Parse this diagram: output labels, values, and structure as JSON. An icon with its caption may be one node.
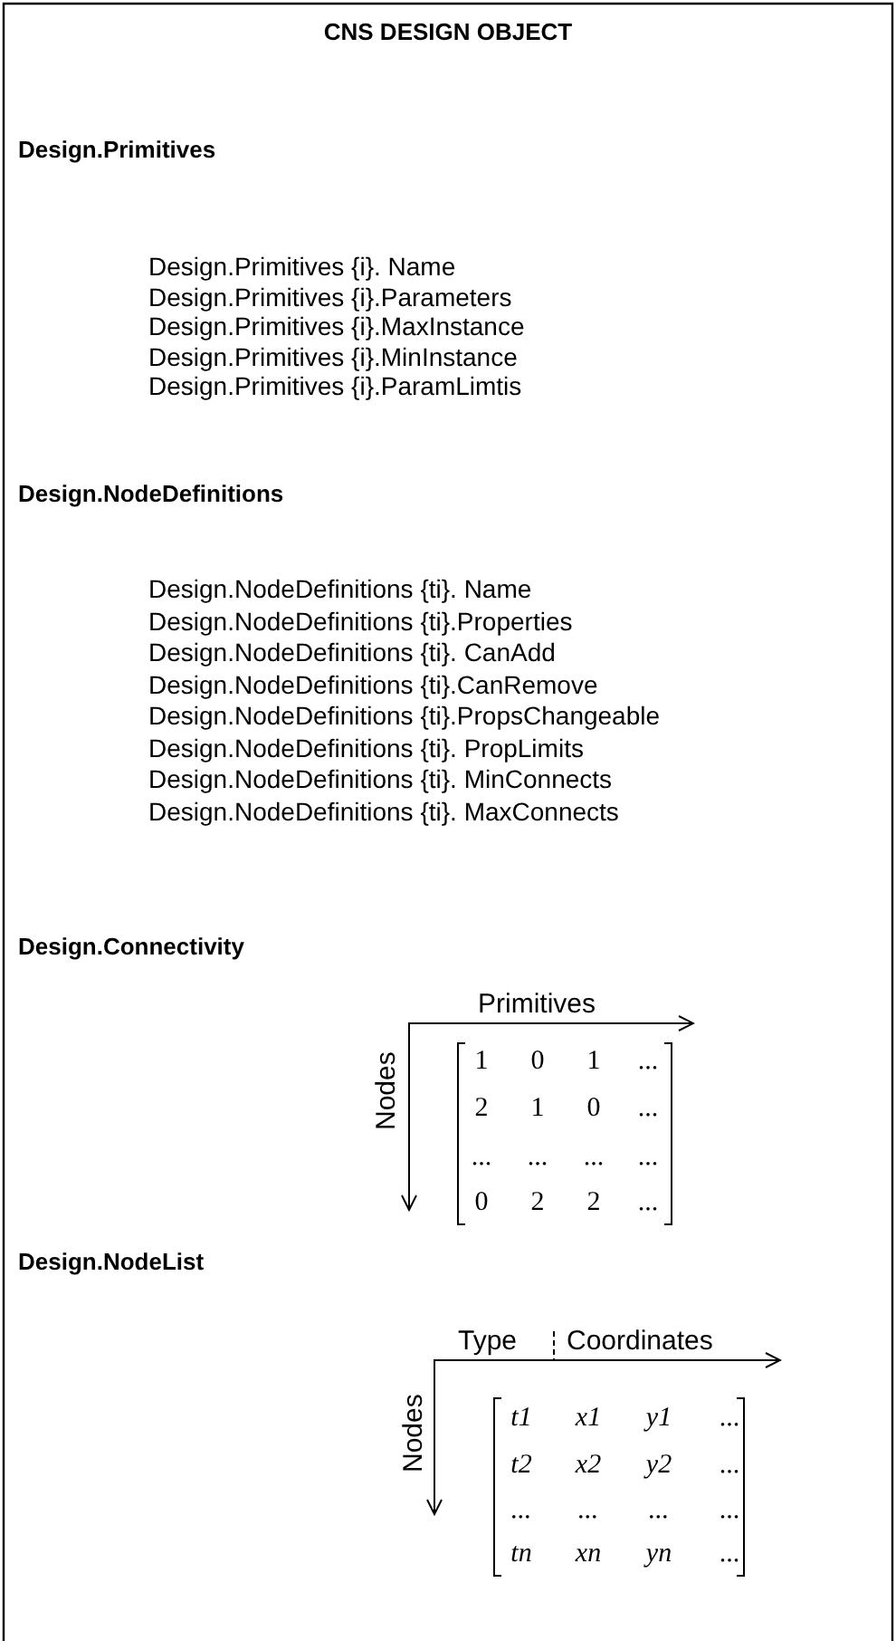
{
  "diagram": {
    "title": "CNS DESIGN OBJECT",
    "labels": [
      "Design.Primitives",
      "Design.Primitives {i}. Name",
      "Design.Primitives {i}.Parameters",
      "Design.Primitives {i}.MaxInstance",
      "Design.Primitives {i}.MinInstance",
      "Design.Primitives {i}.ParamLimtis",
      "Design.NodeDefinitions",
      "Design.NodeDefinitions {ti}. Name",
      "Design.NodeDefinitions {ti}.Properties",
      "Design.NodeDefinitions {ti}. CanAdd",
      "Design.NodeDefinitions {ti}.CanRemove",
      "Design.NodeDefinitions {ti}.PropsChangeable",
      "Design.NodeDefinitions {ti}. PropLimits",
      "Design.NodeDefinitions {ti}. MinConnects",
      "Design.NodeDefinitions {ti}. MaxConnects",
      "Design.Connectivity",
      "Primitives",
      "Nodes",
      "1",
      "0",
      "1",
      "...",
      "2",
      "1",
      "0",
      "...",
      "...",
      "...",
      "...",
      "...",
      "0",
      "2",
      "2",
      "...",
      "Design.NodeList",
      "Type",
      "Coordinates",
      "Nodes",
      "t1",
      "x1",
      "y1",
      "...",
      "t2",
      "x2",
      "y2",
      "...",
      "...",
      "...",
      "...",
      "...",
      "tn",
      "xn",
      "yn",
      "..."
    ]
  }
}
